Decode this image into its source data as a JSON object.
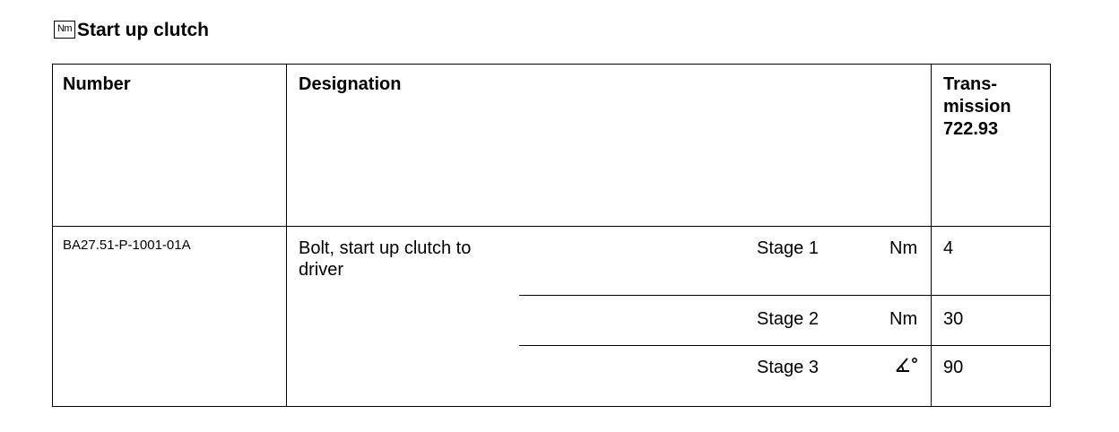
{
  "title": {
    "icon_name": "nm-torque-icon",
    "icon_text": "Nm",
    "text": "Start up clutch"
  },
  "table": {
    "headers": {
      "number": "Number",
      "designation": "Designation",
      "transmission": [
        "Trans-",
        "mission",
        "722.93"
      ]
    },
    "row": {
      "number": "BA27.51-P-1001-01A",
      "designation": [
        "Bolt, start up clutch to",
        "driver"
      ],
      "stages": [
        {
          "stage": "Stage 1",
          "unit": "Nm",
          "value": "4"
        },
        {
          "stage": "Stage 2",
          "unit": "Nm",
          "value": "30"
        },
        {
          "stage": "Stage 3",
          "unit_icon": "angle-degree-icon",
          "value": "90"
        }
      ]
    }
  }
}
